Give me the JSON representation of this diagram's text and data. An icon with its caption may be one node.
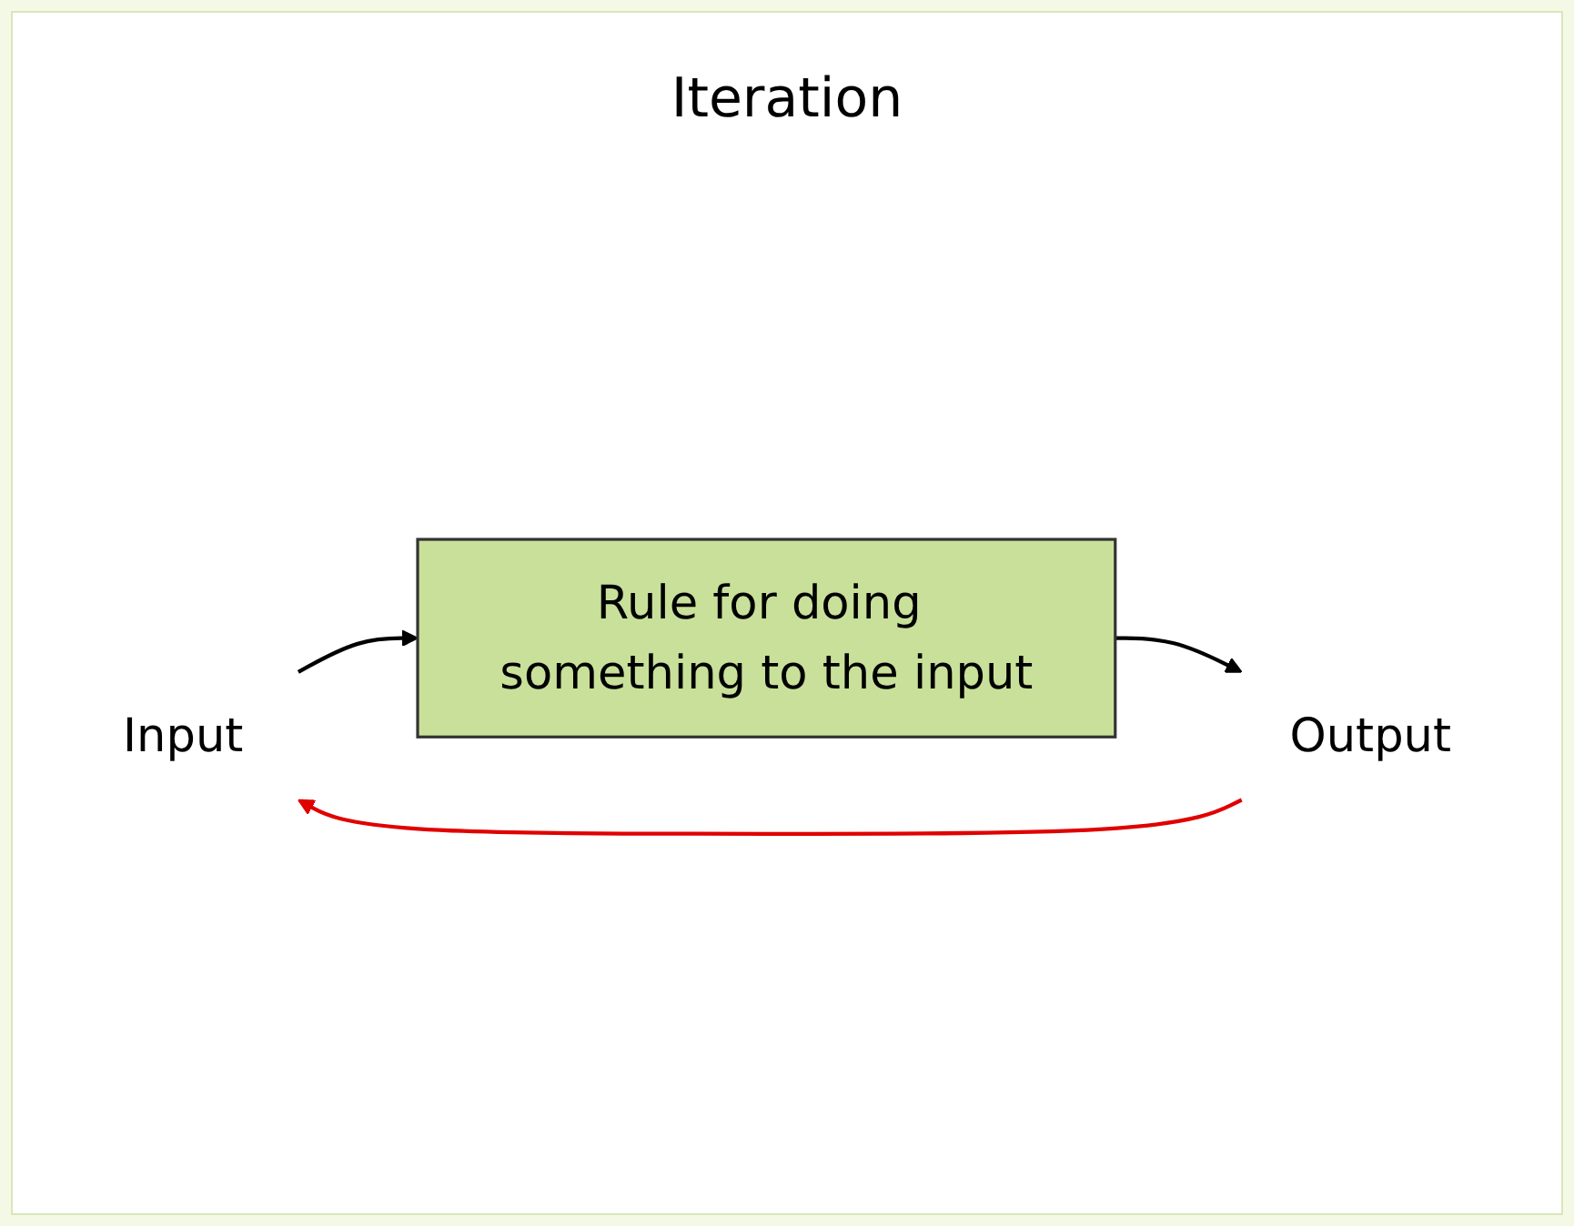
{
  "diagram": {
    "title": "Iteration",
    "nodes": [
      {
        "text": [
          "Input"
        ]
      },
      {
        "text": [
          "Rule for doing something to the input"
        ]
      },
      {
        "text": [
          "Output"
        ]
      }
    ],
    "edges": [
      {
        "from": 0,
        "to": 1,
        "arrow": "to"
      },
      {
        "from": 1,
        "to": 2,
        "arrow": "to"
      },
      {
        "from": 2,
        "to": 0,
        "arrow": "to",
        "color": "#e00000"
      }
    ]
  }
}
